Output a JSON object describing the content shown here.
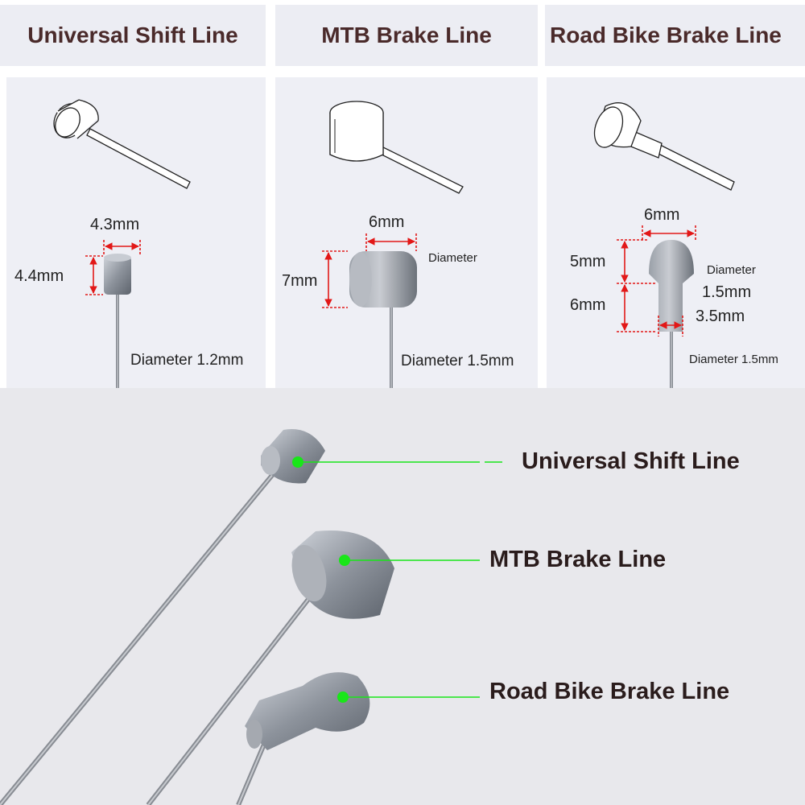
{
  "headers": [
    "Universal Shift Line",
    "MTB Brake Line",
    "Road Bike Brake Line"
  ],
  "panels": {
    "shift": {
      "width": "4.3mm",
      "height": "4.4mm",
      "diameter": "Diameter 1.2mm"
    },
    "mtb": {
      "width": "6mm",
      "height": "7mm",
      "head_label": "Diameter",
      "diameter": "Diameter 1.5mm"
    },
    "road": {
      "width": "6mm",
      "upper_height": "5mm",
      "lower_height": "6mm",
      "head_label": "Diameter",
      "head_diameter": "1.5mm",
      "neck_width": "3.5mm",
      "diameter": "Diameter 1.5mm"
    }
  },
  "bottom_labels": [
    "Universal Shift Line",
    "MTB Brake Line",
    "Road Bike Brake Line"
  ],
  "colors": {
    "dimension_lines": "#e21818",
    "pointer_dots": "#19e619",
    "header_text": "#4a2a2a"
  }
}
